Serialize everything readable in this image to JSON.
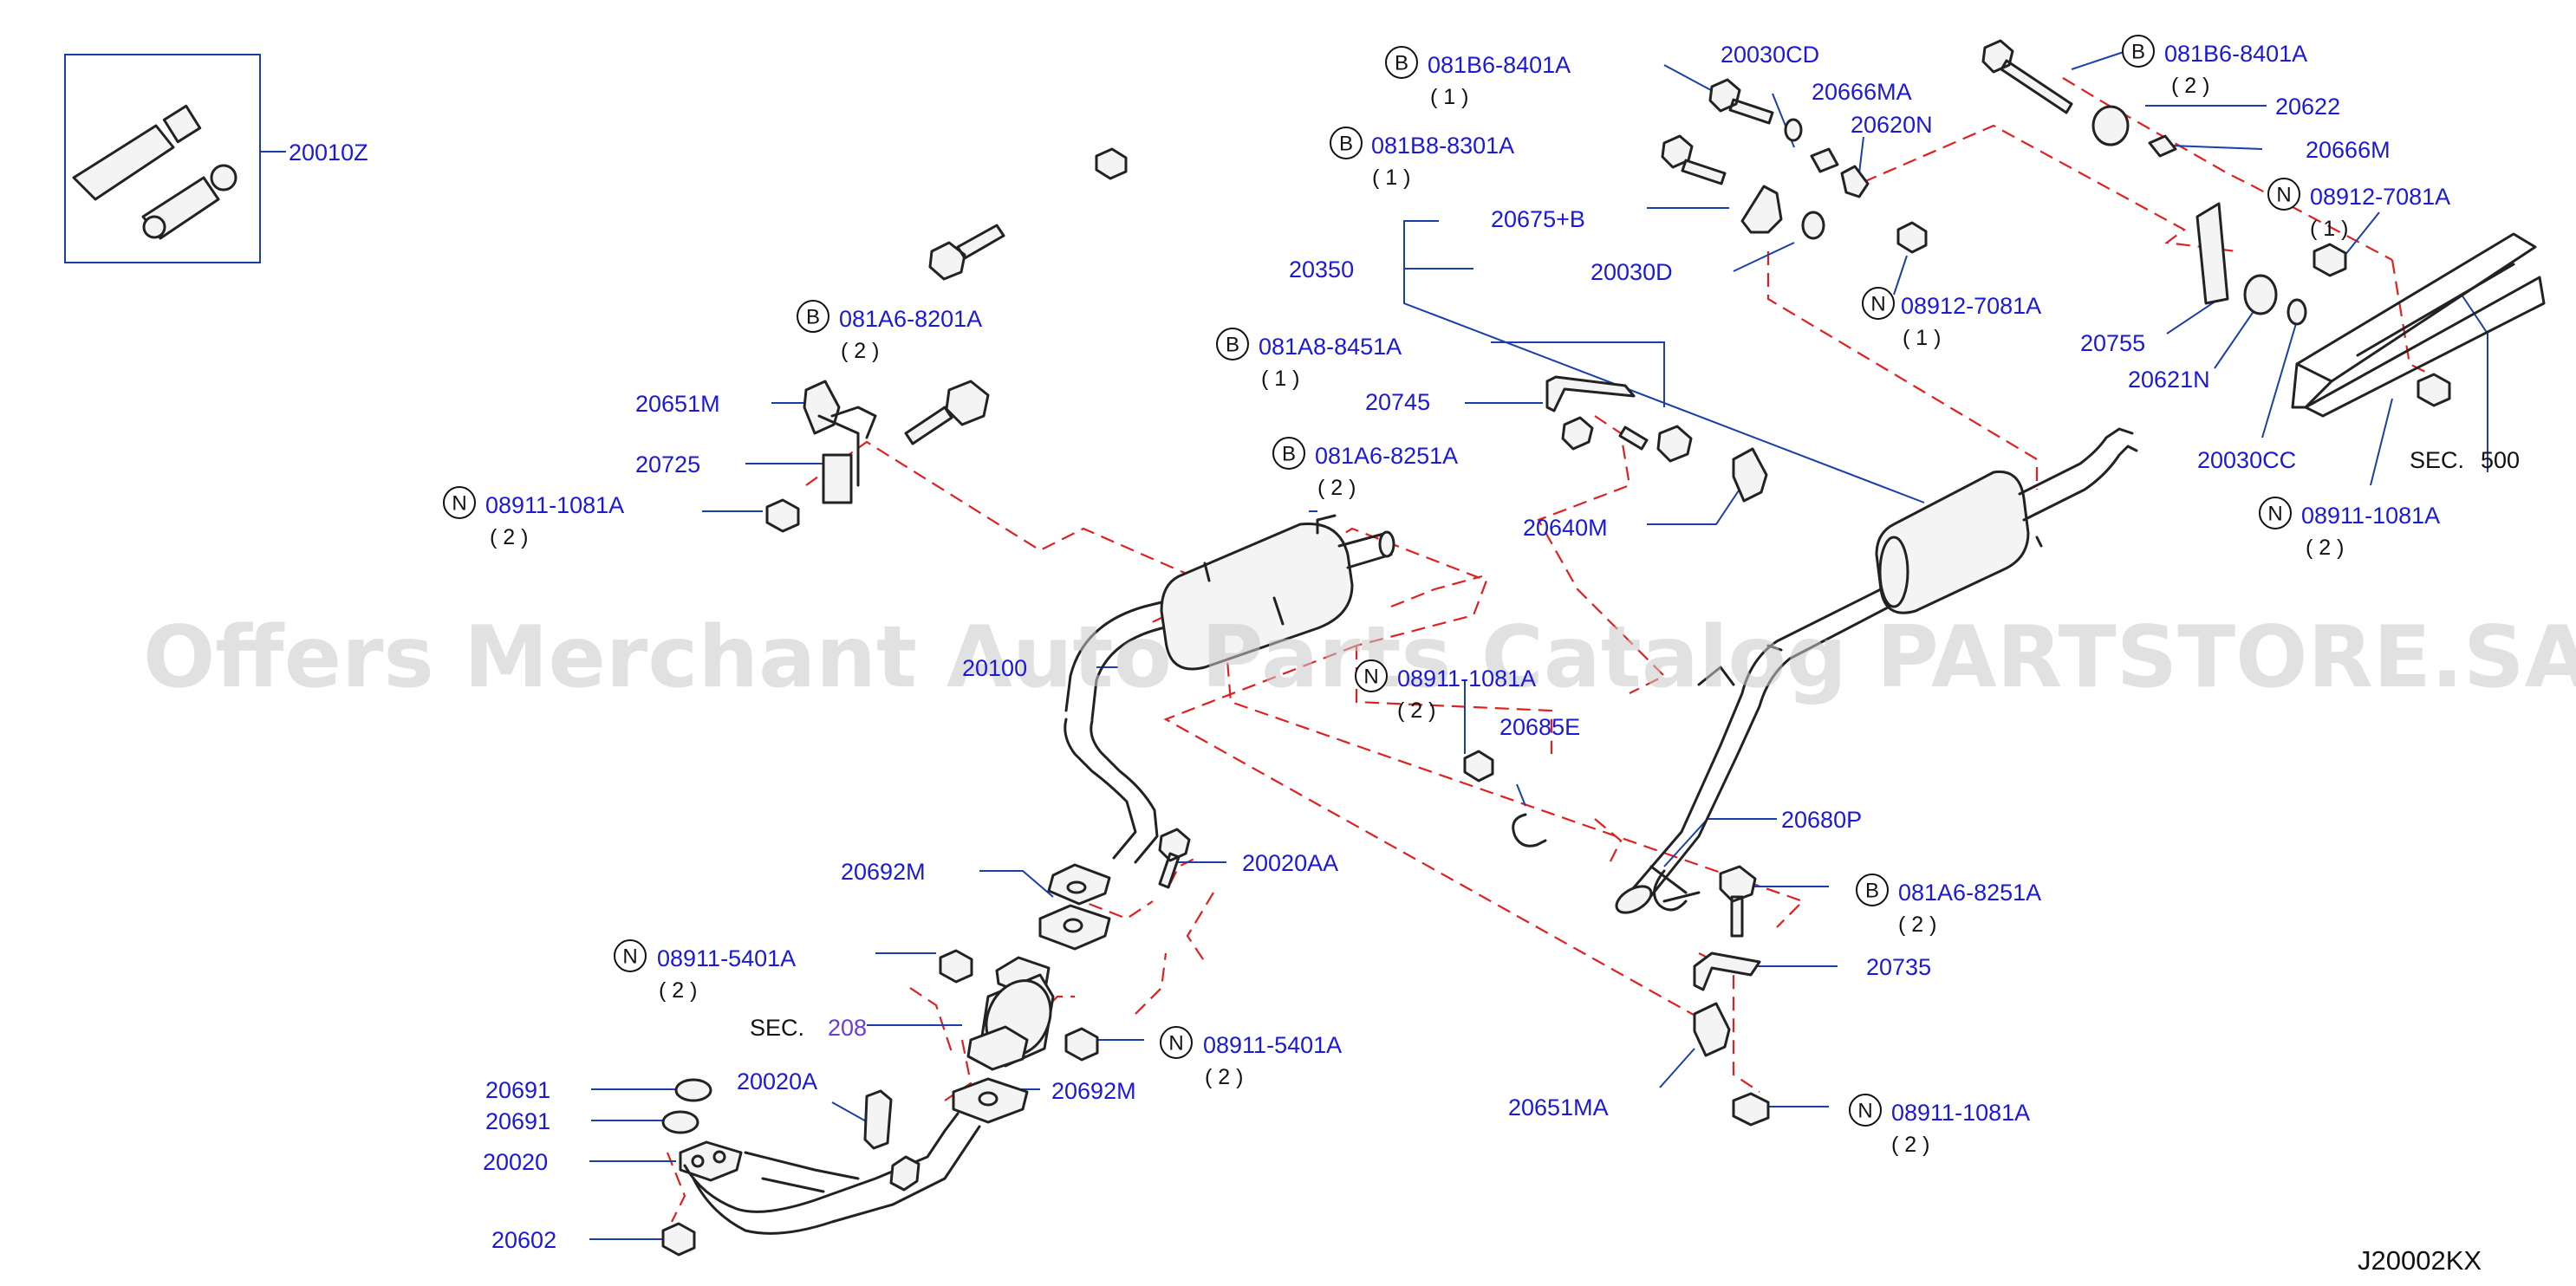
{
  "watermark": "Offers Merchant Auto Parts Catalog PARTSTORE.SA",
  "diagram_code": "J20002KX",
  "labels": {
    "p20010z": "20010Z",
    "p20651m": "20651M",
    "p20725": "20725",
    "b081a6_8201a": "081A6-8201A",
    "b081a6_8201a_q": "( 2 )",
    "n08911_1081a_l": "08911-1081A",
    "n08911_1081a_l_q": "( 2 )",
    "b081a8_8451a": "081A8-8451A",
    "b081a8_8451a_q": "( 1 )",
    "p20745": "20745",
    "b081a6_8251a_c": "081A6-8251A",
    "b081a6_8251a_c_q": "( 2 )",
    "p20640m": "20640M",
    "p20100": "20100",
    "n0891x_mid": "08911-1081A",
    "n0891x_mid_q": "( 2 )",
    "p20685e": "20685E",
    "p20680p": "20680P",
    "b081a6_8251a_r": "081A6-8251A",
    "b081a6_8251a_r_q": "( 2 )",
    "p20735": "20735",
    "p20651ma": "20651MA",
    "n08911_1081a_br": "08911-1081A",
    "n08911_1081a_br_q": "( 2 )",
    "p20692m_a": "20692M",
    "p20020aa": "20020AA",
    "n08911_5401a_l": "08911-5401A",
    "n08911_5401a_l_q": "( 2 )",
    "sec208_a": "SEC.",
    "sec208_b": "208",
    "n08911_5401a_r": "08911-5401A",
    "n08911_5401a_r_q": "( 2 )",
    "p20691_a": "20691",
    "p20691_b": "20691",
    "p20020a": "20020A",
    "p20692m_b": "20692M",
    "p20020": "20020",
    "p20602": "20602",
    "b081b6_8401a_t": "081B6-8401A",
    "b081b6_8401a_t_q": "( 1 )",
    "p20030cd": "20030CD",
    "p20666ma": "20666MA",
    "b081b8_8301a": "081B8-8301A",
    "b081b8_8301a_q": "( 1 )",
    "p20620n": "20620N",
    "p20675b": "20675+B",
    "p20350": "20350",
    "p20030d": "20030D",
    "n08912_7081a_c": "08912-7081A",
    "n08912_7081a_c_q": "( 1 )",
    "b081b6_8401a_r": "081B6-8401A",
    "b081b6_8401a_r_q": "( 2 )",
    "p20622": "20622",
    "p20666m": "20666M",
    "n08912_7081a_r": "08912-7081A",
    "n08912_7081a_r_q": "( 1 )",
    "p20755": "20755",
    "p20621n": "20621N",
    "p20030cc": "20030CC",
    "sec500_a": "SEC.",
    "sec500_b": "500",
    "n08911_1081a_r": "08911-1081A",
    "n08911_1081a_r_q": "( 2 )"
  },
  "badges": {
    "bolt": "B",
    "nut": "N"
  },
  "colors": {
    "label": "#1a1ad6",
    "leader": "#1a3fa6",
    "dashed": "#e02020",
    "parts": "#222222",
    "watermark": "#c8c8c8"
  }
}
